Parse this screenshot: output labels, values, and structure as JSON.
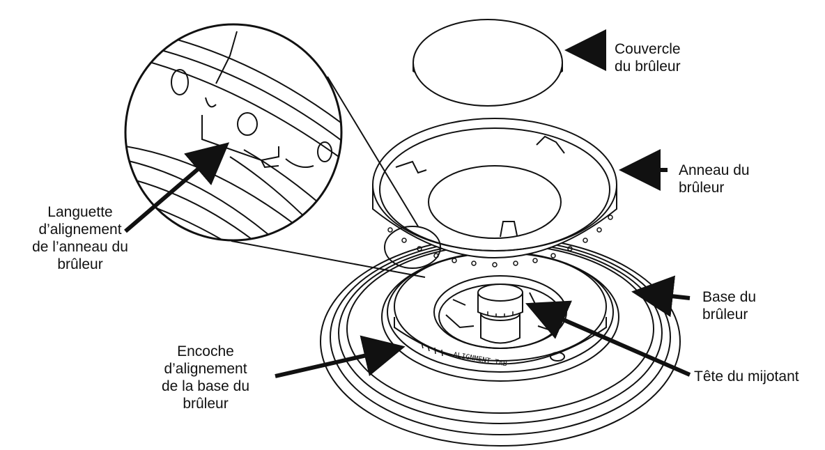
{
  "labels": {
    "burner_cap": [
      "Couvercle",
      "du brûleur"
    ],
    "burner_ring": [
      "Anneau du",
      "brûleur"
    ],
    "ring_alignment_tab": [
      "Languette",
      "d’alignement",
      "de l’anneau du",
      "brûleur"
    ],
    "burner_base": [
      "Base du",
      "brûleur"
    ],
    "base_alignment_notch": [
      "Encoche",
      "d’alignement",
      "de la base du",
      "brûleur"
    ],
    "simmer_head": [
      "Tête du mijotant"
    ]
  },
  "base_markings": "ALIGNMENT TAB",
  "colors": {
    "line": "#111111",
    "background": "#ffffff"
  }
}
